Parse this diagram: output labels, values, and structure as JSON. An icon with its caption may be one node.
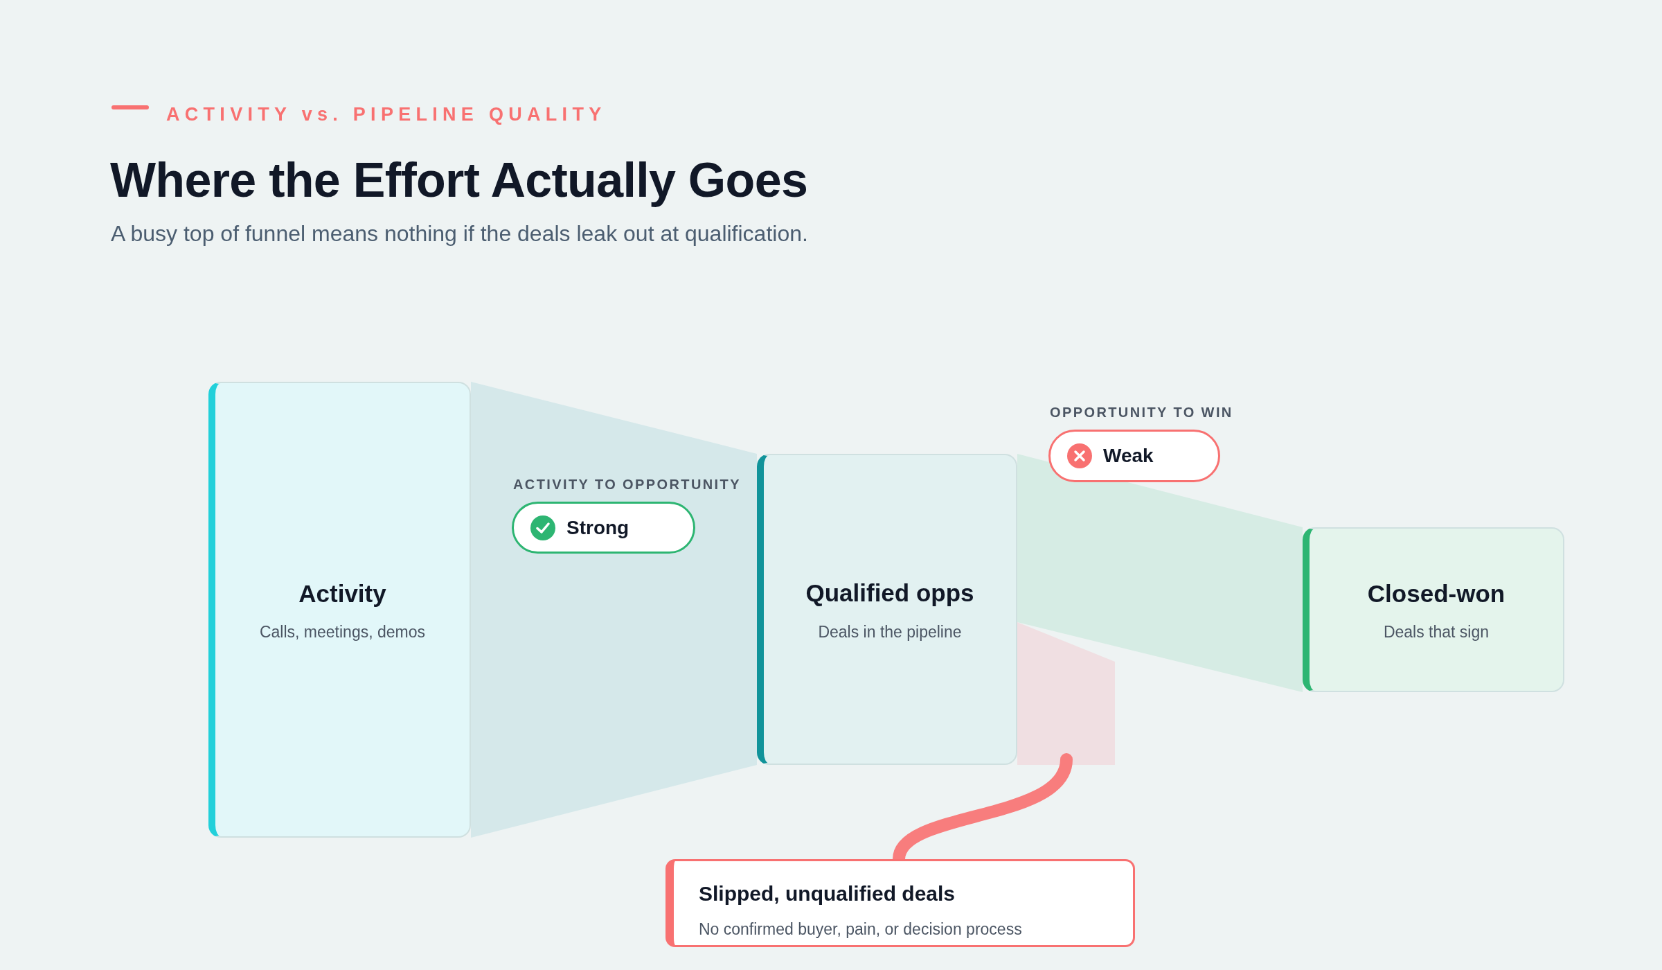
{
  "diagram": {
    "title": "Where the Effort Actually Goes",
    "nodes": [
      {
        "text": [
          "Activity",
          "Calls, meetings, demos"
        ]
      },
      {
        "text": [
          "Qualified opps",
          "Deals in the pipeline"
        ]
      },
      {
        "text": [
          "Closed-won",
          "Deals that sign"
        ]
      },
      {
        "text": [],
        "shape": "band"
      },
      {
        "text": [
          "Slipped, unqualified deals",
          "No confirmed buyer, pain, or decision process"
        ]
      },
      {
        "text": [
          "ACTIVITY TO OPPORTUNITY",
          "Strong"
        ]
      },
      {
        "text": [
          "OPPORTUNITY TO WIN",
          "Weak"
        ]
      }
    ],
    "edges": [
      {
        "from": 0,
        "to": 1,
        "arrow": "none",
        "color": "#d5e8ea"
      },
      {
        "from": 1,
        "to": 2,
        "arrow": "none",
        "color": "#d6ece4"
      },
      {
        "from": 3,
        "to": 4,
        "arrow": "none",
        "color": "#f87d7d"
      }
    ],
    "labels": [
      "ACTIVITY vs. PIPELINE QUALITY",
      "A busy top of funnel means nothing if the deals leak out at qualification."
    ]
  }
}
